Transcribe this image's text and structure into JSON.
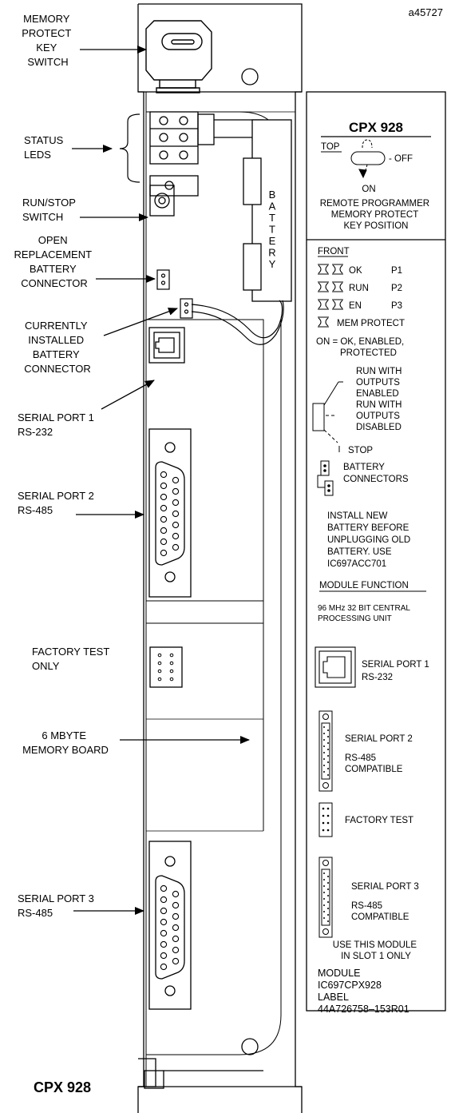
{
  "doc_id": "a45727",
  "bottom_title": "CPX 928",
  "callouts": {
    "memory_protect": [
      "MEMORY",
      "PROTECT",
      "KEY",
      "SWITCH"
    ],
    "status_leds": [
      "STATUS",
      "LEDS"
    ],
    "run_stop": [
      "RUN/STOP",
      "SWITCH"
    ],
    "open_battery": [
      "OPEN",
      "REPLACEMENT",
      "BATTERY",
      "CONNECTOR"
    ],
    "installed_battery": [
      "CURRENTLY",
      "INSTALLED",
      "BATTERY",
      "CONNECTOR"
    ],
    "serial1": [
      "SERIAL PORT 1",
      "RS-232"
    ],
    "serial2": [
      "SERIAL PORT 2",
      "RS-485"
    ],
    "factory_test": [
      "FACTORY TEST",
      "ONLY"
    ],
    "memory_board": [
      "6 MBYTE",
      "MEMORY BOARD"
    ],
    "serial3": [
      "SERIAL PORT 3",
      "RS-485"
    ]
  },
  "battery_letters": [
    "B",
    "A",
    "T",
    "T",
    "E",
    "R",
    "Y"
  ],
  "label": {
    "title": "CPX 928",
    "top": "TOP",
    "off": "- OFF",
    "on": "ON",
    "key_position": [
      "REMOTE PROGRAMMER",
      "MEMORY PROTECT",
      "KEY POSITION"
    ],
    "front": "FRONT",
    "leds": [
      {
        "name": "OK",
        "port": "P1"
      },
      {
        "name": "RUN",
        "port": "P2"
      },
      {
        "name": "EN",
        "port": "P3"
      }
    ],
    "mem_protect": "MEM PROTECT",
    "on_meaning": [
      "ON = OK, ENABLED,",
      "PROTECTED"
    ],
    "switch_modes": [
      "RUN WITH",
      "OUTPUTS",
      "ENABLED",
      "RUN WITH",
      "OUTPUTS",
      "DISABLED",
      "STOP"
    ],
    "battery_connectors": [
      "BATTERY",
      "CONNECTORS"
    ],
    "install_note": [
      "INSTALL NEW",
      "BATTERY BEFORE",
      "UNPLUGGING OLD",
      "BATTERY. USE",
      "IC697ACC701"
    ],
    "module_function": "MODULE FUNCTION",
    "function_desc": [
      "96 MHz 32 BIT CENTRAL",
      "PROCESSING UNIT"
    ],
    "serial1": [
      "SERIAL PORT 1",
      "RS-232"
    ],
    "serial2": [
      "SERIAL PORT 2",
      "RS-485",
      "COMPATIBLE"
    ],
    "factory_test": "FACTORY TEST",
    "serial3": [
      "SERIAL PORT 3",
      "RS-485",
      "COMPATIBLE"
    ],
    "slot_note": [
      "USE THIS MODULE",
      "IN SLOT 1 ONLY"
    ],
    "module_info": [
      "MODULE",
      "IC697CPX928",
      "LABEL",
      "44A726758–153R01"
    ]
  }
}
